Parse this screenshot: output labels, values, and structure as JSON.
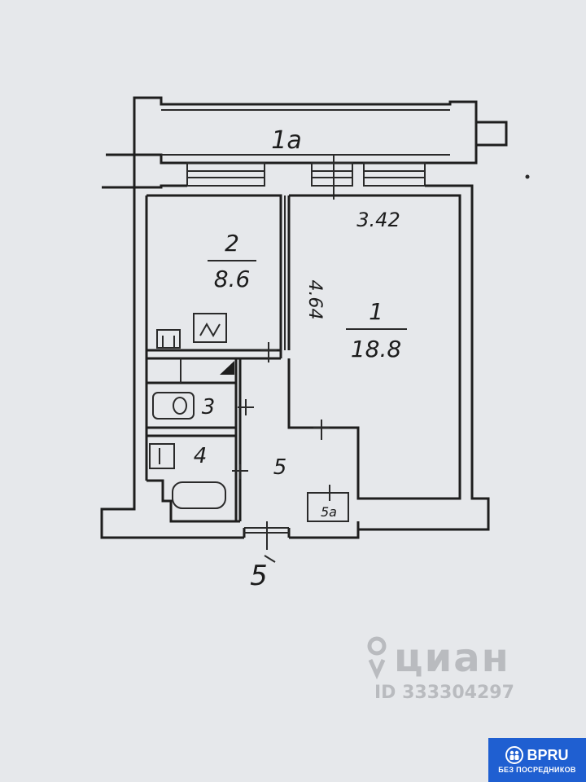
{
  "rooms": {
    "balcony": {
      "label": "1а"
    },
    "room2": {
      "number": "2",
      "area": "8.6"
    },
    "room1": {
      "number": "1",
      "area": "18.8"
    },
    "bath3": {
      "number": "3"
    },
    "bath4": {
      "number": "4"
    },
    "hall5": {
      "number": "5"
    },
    "closet5a": {
      "label": "5а"
    }
  },
  "dimensions": {
    "width": "3.42",
    "length": "4.64"
  },
  "entrance_label": "5",
  "watermark": {
    "brand": "циан",
    "id_text": "ID 333304297"
  },
  "badge": {
    "title": "BPRU",
    "subtitle": "БЕЗ ПОСРЕДНИКОВ",
    "color": "#1f5fd1"
  }
}
